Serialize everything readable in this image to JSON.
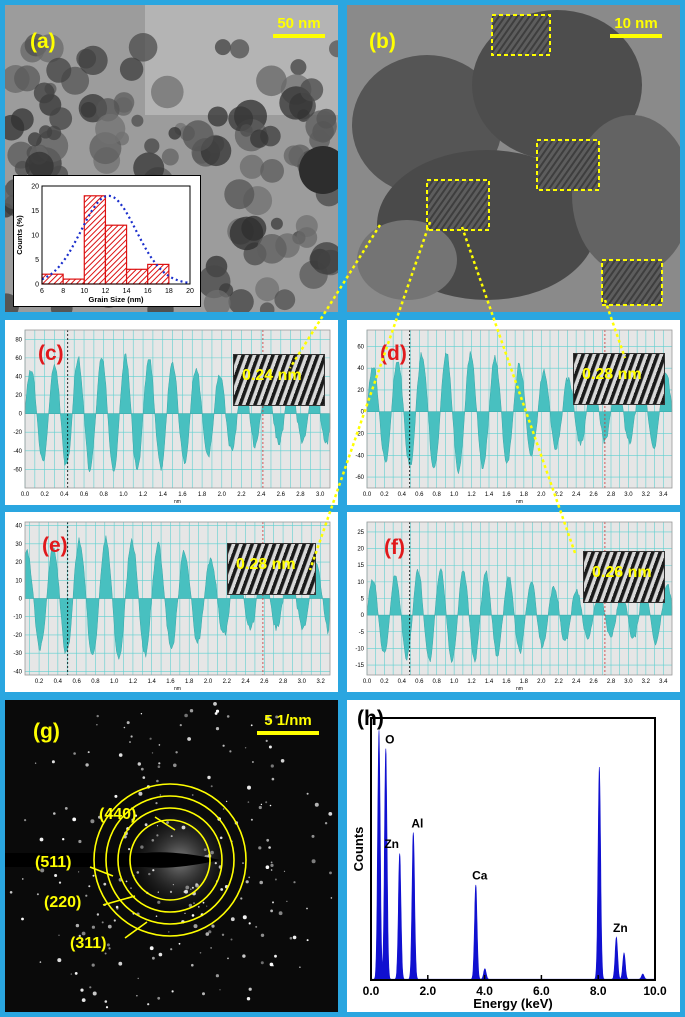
{
  "panels": {
    "a": {
      "label": "(a)",
      "scale": "50 nm"
    },
    "b": {
      "label": "(b)",
      "scale": "10 nm"
    },
    "c": {
      "label": "(c)",
      "spacing": "0.24 nm"
    },
    "d": {
      "label": "(d)",
      "spacing": "0.28 nm"
    },
    "e": {
      "label": "(e)",
      "spacing": "0.28 nm"
    },
    "f": {
      "label": "(f)",
      "spacing": "0.26 nm"
    },
    "g": {
      "label": "(g)",
      "scale": "5 1/nm",
      "rings": [
        "(440)",
        "(511)",
        "(220)",
        "(311)"
      ]
    },
    "h": {
      "label": "(h)"
    }
  },
  "colors": {
    "frame": "#2aa6e0",
    "highlight": "#ffff00",
    "label_red": "#e0191c",
    "profile": "#48c0c0",
    "eds": "#1010d0"
  },
  "chart_data": [
    {
      "type": "bar",
      "panel": "a-inset",
      "xlabel": "Grain Size (nm)",
      "ylabel": "Counts (%)",
      "x": [
        6,
        8,
        10,
        12,
        14,
        16,
        18,
        20
      ],
      "y": [
        0,
        5,
        10,
        15,
        20
      ],
      "xlim": [
        6,
        20
      ],
      "ylim": [
        0,
        20
      ],
      "bins": [
        [
          6,
          8,
          2
        ],
        [
          8,
          10,
          1
        ],
        [
          10,
          12,
          18
        ],
        [
          12,
          14,
          12
        ],
        [
          14,
          16,
          3
        ],
        [
          16,
          18,
          4
        ]
      ],
      "fit": "gaussian"
    },
    {
      "type": "line",
      "panel": "c",
      "xlabel": "nm",
      "x": [
        "0.0",
        "0.2",
        "0.4",
        "0.6",
        "0.8",
        "1.0",
        "1.2",
        "1.4",
        "1.6",
        "1.8",
        "2.0",
        "2.2",
        "2.4",
        "2.6",
        "2.8",
        "3.0"
      ],
      "y": [
        "80",
        "60",
        "40",
        "20",
        "0",
        "-20",
        "-40",
        "-60"
      ],
      "xlim": [
        0,
        3.1
      ],
      "ylim": [
        -80,
        90
      ],
      "period_nm": 0.24
    },
    {
      "type": "line",
      "panel": "d",
      "xlabel": "nm",
      "x": [
        "0.0",
        "0.2",
        "0.4",
        "0.6",
        "0.8",
        "1.0",
        "1.2",
        "1.4",
        "1.6",
        "1.8",
        "2.0",
        "2.2",
        "2.4",
        "2.6",
        "2.8",
        "3.0",
        "3.2",
        "3.4"
      ],
      "y": [
        "60",
        "40",
        "20",
        "0",
        "-20",
        "-40",
        "-60"
      ],
      "xlim": [
        0,
        3.5
      ],
      "ylim": [
        -70,
        75
      ],
      "period_nm": 0.28
    },
    {
      "type": "line",
      "panel": "e",
      "xlabel": "nm",
      "x": [
        "0.2",
        "0.4",
        "0.6",
        "0.8",
        "1.0",
        "1.2",
        "1.4",
        "1.6",
        "1.8",
        "2.0",
        "2.2",
        "2.4",
        "2.6",
        "2.8",
        "3.0",
        "3.2"
      ],
      "y": [
        "40",
        "30",
        "20",
        "10",
        "0",
        "-10",
        "-20",
        "-30",
        "-40"
      ],
      "xlim": [
        0.05,
        3.3
      ],
      "ylim": [
        -42,
        42
      ],
      "period_nm": 0.28
    },
    {
      "type": "line",
      "panel": "f",
      "xlabel": "nm",
      "x": [
        "0.0",
        "0.2",
        "0.4",
        "0.6",
        "0.8",
        "1.0",
        "1.2",
        "1.4",
        "1.6",
        "1.8",
        "2.0",
        "2.2",
        "2.4",
        "2.6",
        "2.8",
        "3.0",
        "3.2",
        "3.4"
      ],
      "y": [
        "25",
        "20",
        "15",
        "10",
        "5",
        "0",
        "-5",
        "-10",
        "-15"
      ],
      "xlim": [
        0,
        3.5
      ],
      "ylim": [
        -18,
        28
      ],
      "period_nm": 0.26
    },
    {
      "type": "line",
      "panel": "h",
      "xlabel": "Energy (keV)",
      "ylabel": "Counts",
      "x": [
        "0.0",
        "2.0",
        "4.0",
        "6.0",
        "8.0",
        "10.0"
      ],
      "xlim": [
        0,
        10
      ],
      "peaks": [
        {
          "energy": 0.28,
          "height": 0.95
        },
        {
          "energy": 0.52,
          "height": 0.88,
          "label": "O"
        },
        {
          "energy": 1.01,
          "height": 0.48,
          "label": "Zn"
        },
        {
          "energy": 1.49,
          "height": 0.56,
          "label": "Al"
        },
        {
          "energy": 3.69,
          "height": 0.36,
          "label": "Ca"
        },
        {
          "energy": 4.01,
          "height": 0.04
        },
        {
          "energy": 8.04,
          "height": 0.81
        },
        {
          "energy": 8.64,
          "height": 0.16,
          "label": "Zn"
        },
        {
          "energy": 8.91,
          "height": 0.1
        },
        {
          "energy": 9.57,
          "height": 0.02
        }
      ]
    }
  ]
}
